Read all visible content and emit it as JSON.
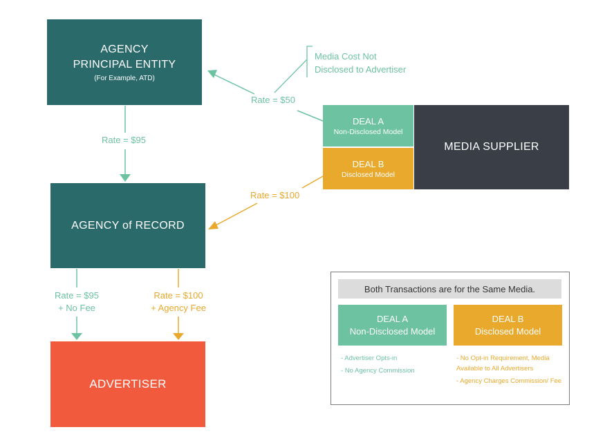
{
  "colors": {
    "agency": "#2b6a6b",
    "supplier": "#3a3f47",
    "non_disclosed": "#6cc2a1",
    "disclosed": "#e8a92c",
    "advertiser": "#f15a3d"
  },
  "nodes": {
    "agency_principal": {
      "line1": "AGENCY",
      "line2": "PRINCIPAL ENTITY",
      "sub": "(For Example, ATD)"
    },
    "agency_record": {
      "label": "AGENCY of RECORD"
    },
    "advertiser": {
      "label": "ADVERTISER"
    },
    "media_supplier": {
      "label": "MEDIA SUPPLIER"
    },
    "deal_a": {
      "title": "DEAL A",
      "subtitle": "Non-Disclosed Model"
    },
    "deal_b": {
      "title": "DEAL B",
      "subtitle": "Disclosed Model"
    }
  },
  "edges": {
    "supplier_to_principal": "Rate = $50",
    "principal_to_record": "Rate = $95",
    "supplier_to_record": "Rate = $100",
    "record_to_advertiser_a": {
      "line1": "Rate = $95",
      "line2": "+ No Fee"
    },
    "record_to_advertiser_b": {
      "line1": "Rate = $100",
      "line2": "+ Agency Fee"
    }
  },
  "annotation": {
    "line1": "Media Cost Not",
    "line2": "Disclosed to Advertiser"
  },
  "legend": {
    "header": "Both Transactions are for the Same Media.",
    "deal_a": {
      "title": "DEAL A",
      "subtitle": "Non-Disclosed Model",
      "notes": [
        "- Advertiser Opts-in",
        "- No Agency Commission"
      ]
    },
    "deal_b": {
      "title": "DEAL B",
      "subtitle": "Disclosed Model",
      "notes": [
        "- No Opt-in Requirement, Media Available to All Advertisers",
        "- Agency Charges Commission/ Fee"
      ]
    }
  }
}
